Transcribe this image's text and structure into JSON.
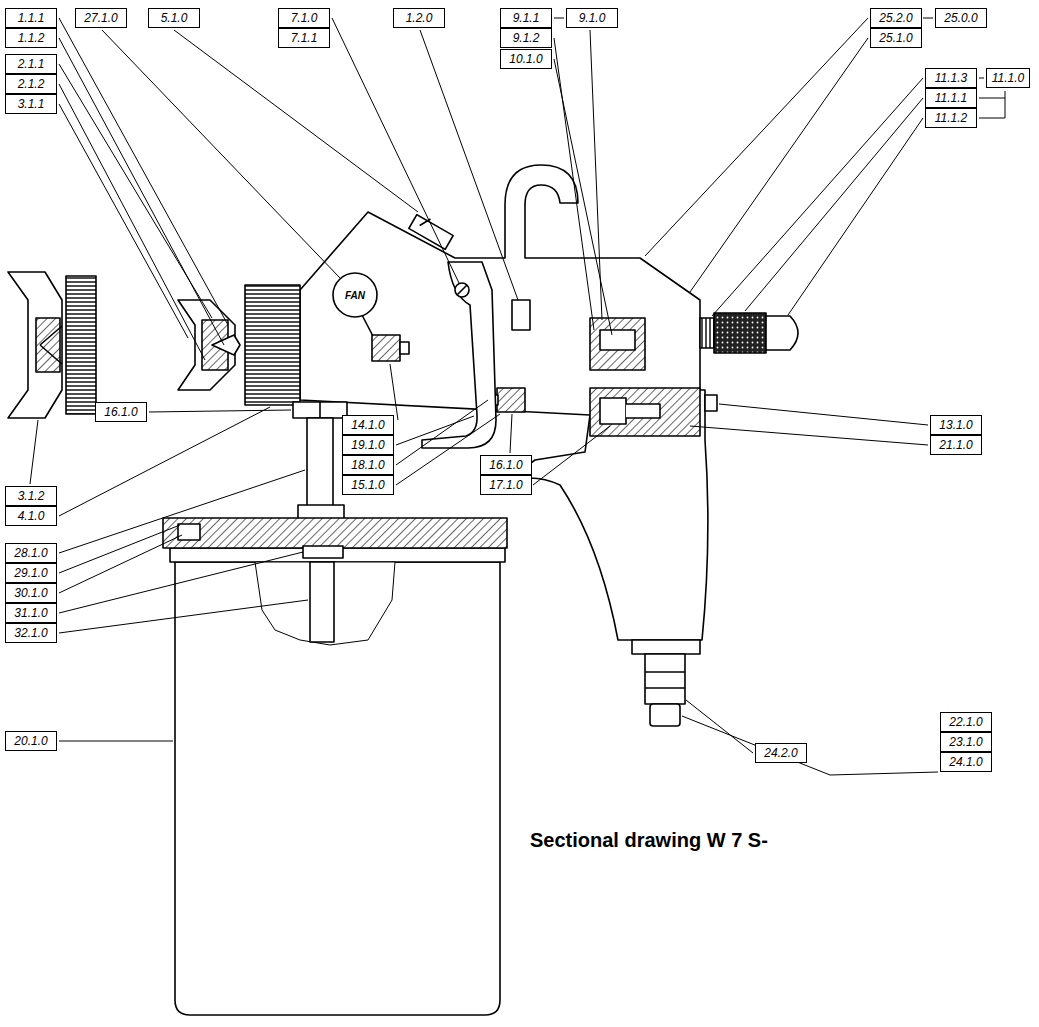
{
  "diagram": {
    "caption": "Sectional drawing W 7 S-",
    "labels": [
      "1.1.1",
      "1.1.2",
      "2.1.1",
      "2.1.2",
      "3.1.1",
      "27.1.0",
      "5.1.0",
      "7.1.0",
      "7.1.1",
      "1.2.0",
      "9.1.1",
      "9.1.0",
      "9.1.2",
      "10.1.0",
      "25.2.0",
      "25.0.0",
      "25.1.0",
      "11.1.3",
      "11.1.0",
      "11.1.1",
      "11.1.2",
      "FAN",
      "16.1.0",
      "14.1.0",
      "19.1.0",
      "18.1.0",
      "15.1.0",
      "16.1.0",
      "17.1.0",
      "13.1.0",
      "21.1.0",
      "3.1.2",
      "4.1.0",
      "28.1.0",
      "29.1.0",
      "30.1.0",
      "31.1.0",
      "32.1.0",
      "20.1.0",
      "24.2.0",
      "22.1.0",
      "23.1.0",
      "24.1.0"
    ]
  }
}
